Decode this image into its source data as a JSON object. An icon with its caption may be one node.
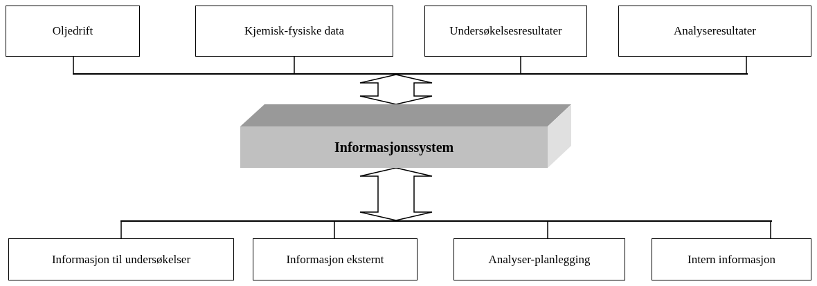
{
  "diagram": {
    "nodes": [
      {
        "text": [
          "Oljedrift"
        ]
      },
      {
        "text": [
          "Kjemisk-fysiske data"
        ]
      },
      {
        "text": [
          "Undersøkelsesresultater"
        ]
      },
      {
        "text": [
          "Analyseresultater"
        ]
      },
      {
        "text": [],
        "shape": "bar"
      },
      {
        "text": [
          "Informasjonssystem"
        ]
      },
      {
        "text": [],
        "shape": "bar"
      },
      {
        "text": [
          "Informasjon til undersøkelser"
        ]
      },
      {
        "text": [
          "Informasjon eksternt"
        ]
      },
      {
        "text": [
          "Analyser-planlegging"
        ]
      },
      {
        "text": [
          "Intern informasjon"
        ]
      }
    ],
    "edges": [
      {
        "from": 0,
        "to": 4,
        "arrow": "none"
      },
      {
        "from": 1,
        "to": 4,
        "arrow": "none"
      },
      {
        "from": 2,
        "to": 4,
        "arrow": "none"
      },
      {
        "from": 3,
        "to": 4,
        "arrow": "none"
      },
      {
        "from": 4,
        "to": 5,
        "arrow": "both"
      },
      {
        "from": 5,
        "to": 6,
        "arrow": "both"
      },
      {
        "from": 6,
        "to": 7,
        "arrow": "none"
      },
      {
        "from": 6,
        "to": 8,
        "arrow": "none"
      },
      {
        "from": 6,
        "to": 9,
        "arrow": "none"
      },
      {
        "from": 6,
        "to": 10,
        "arrow": "none"
      }
    ]
  }
}
